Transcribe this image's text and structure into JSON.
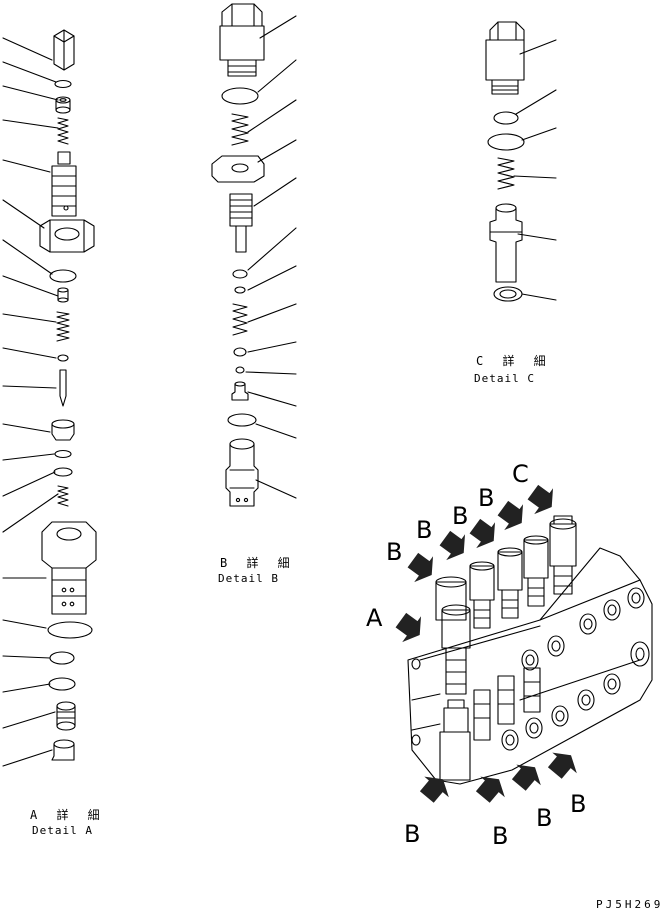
{
  "captions": {
    "detail_a_jp": "A 詳 細",
    "detail_a_en": "Detail A",
    "detail_b_jp": "B 詳 細",
    "detail_b_en": "Detail B",
    "detail_c_jp": "C 詳 細",
    "detail_c_en": "Detail C"
  },
  "callouts": {
    "a": "A",
    "b": "B",
    "c": "C"
  },
  "drawing_code": "PJ5H269"
}
